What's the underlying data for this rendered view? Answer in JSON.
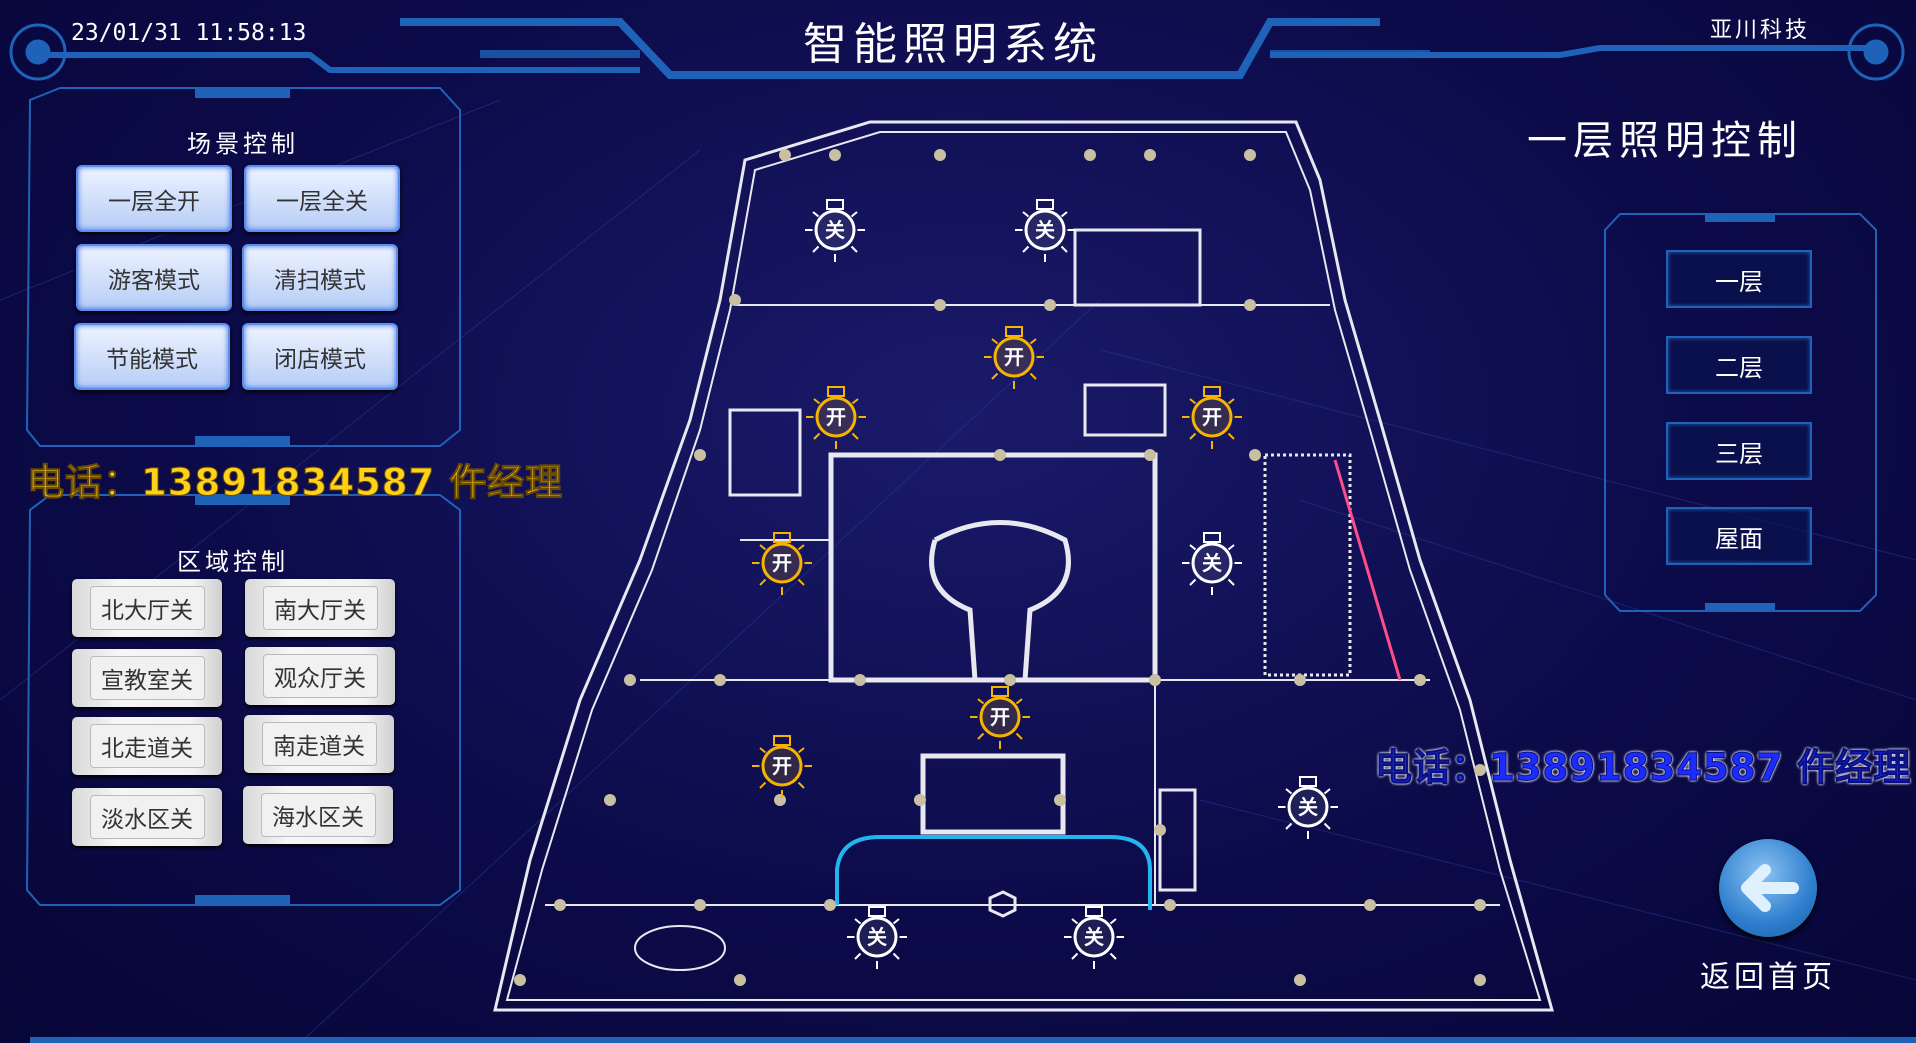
{
  "header": {
    "datetime": "23/01/31 11:58:13",
    "title": "智能照明系统",
    "brand": "亚川科技"
  },
  "scene_panel": {
    "title": "场景控制",
    "buttons": [
      {
        "label": "一层全开"
      },
      {
        "label": "一层全关"
      },
      {
        "label": "游客模式"
      },
      {
        "label": "清扫模式"
      },
      {
        "label": "节能模式"
      },
      {
        "label": "闭店模式"
      }
    ]
  },
  "contact": {
    "text": "电话：13891834587 仵经理"
  },
  "zone_panel": {
    "title": "区域控制",
    "buttons": [
      {
        "label": "北大厅关"
      },
      {
        "label": "南大厅关"
      },
      {
        "label": "宣教室关"
      },
      {
        "label": "观众厅关"
      },
      {
        "label": "北走道关"
      },
      {
        "label": "南走道关"
      },
      {
        "label": "淡水区关"
      },
      {
        "label": "海水区关"
      }
    ]
  },
  "floor_title": "一层照明控制",
  "floors": [
    {
      "label": "一层"
    },
    {
      "label": "二层"
    },
    {
      "label": "三层"
    },
    {
      "label": "屋面"
    }
  ],
  "back": {
    "label": "返回首页"
  },
  "lights": [
    {
      "state": "关"
    },
    {
      "state": "关"
    },
    {
      "state": "开"
    },
    {
      "state": "开"
    },
    {
      "state": "开"
    },
    {
      "state": "开"
    },
    {
      "state": "关"
    },
    {
      "state": "开"
    },
    {
      "state": "开"
    },
    {
      "state": "关"
    },
    {
      "state": "关"
    },
    {
      "state": "关"
    }
  ],
  "colors": {
    "on": "#f5b400",
    "off": "#ffffff",
    "frame": "#1e63b8"
  }
}
